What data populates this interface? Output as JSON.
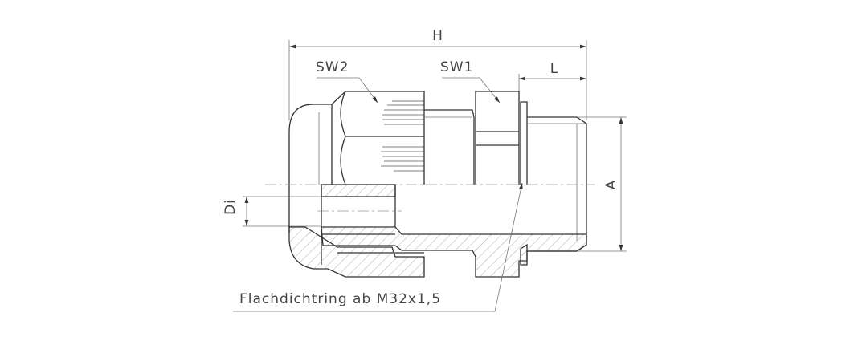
{
  "labels": {
    "H": "H",
    "L": "L",
    "A": "A",
    "Di": "Di",
    "SW1": "SW1",
    "SW2": "SW2",
    "note": "Flachdichtring ab M32x1,5"
  },
  "colors": {
    "line": "#333333",
    "text": "#444444"
  }
}
